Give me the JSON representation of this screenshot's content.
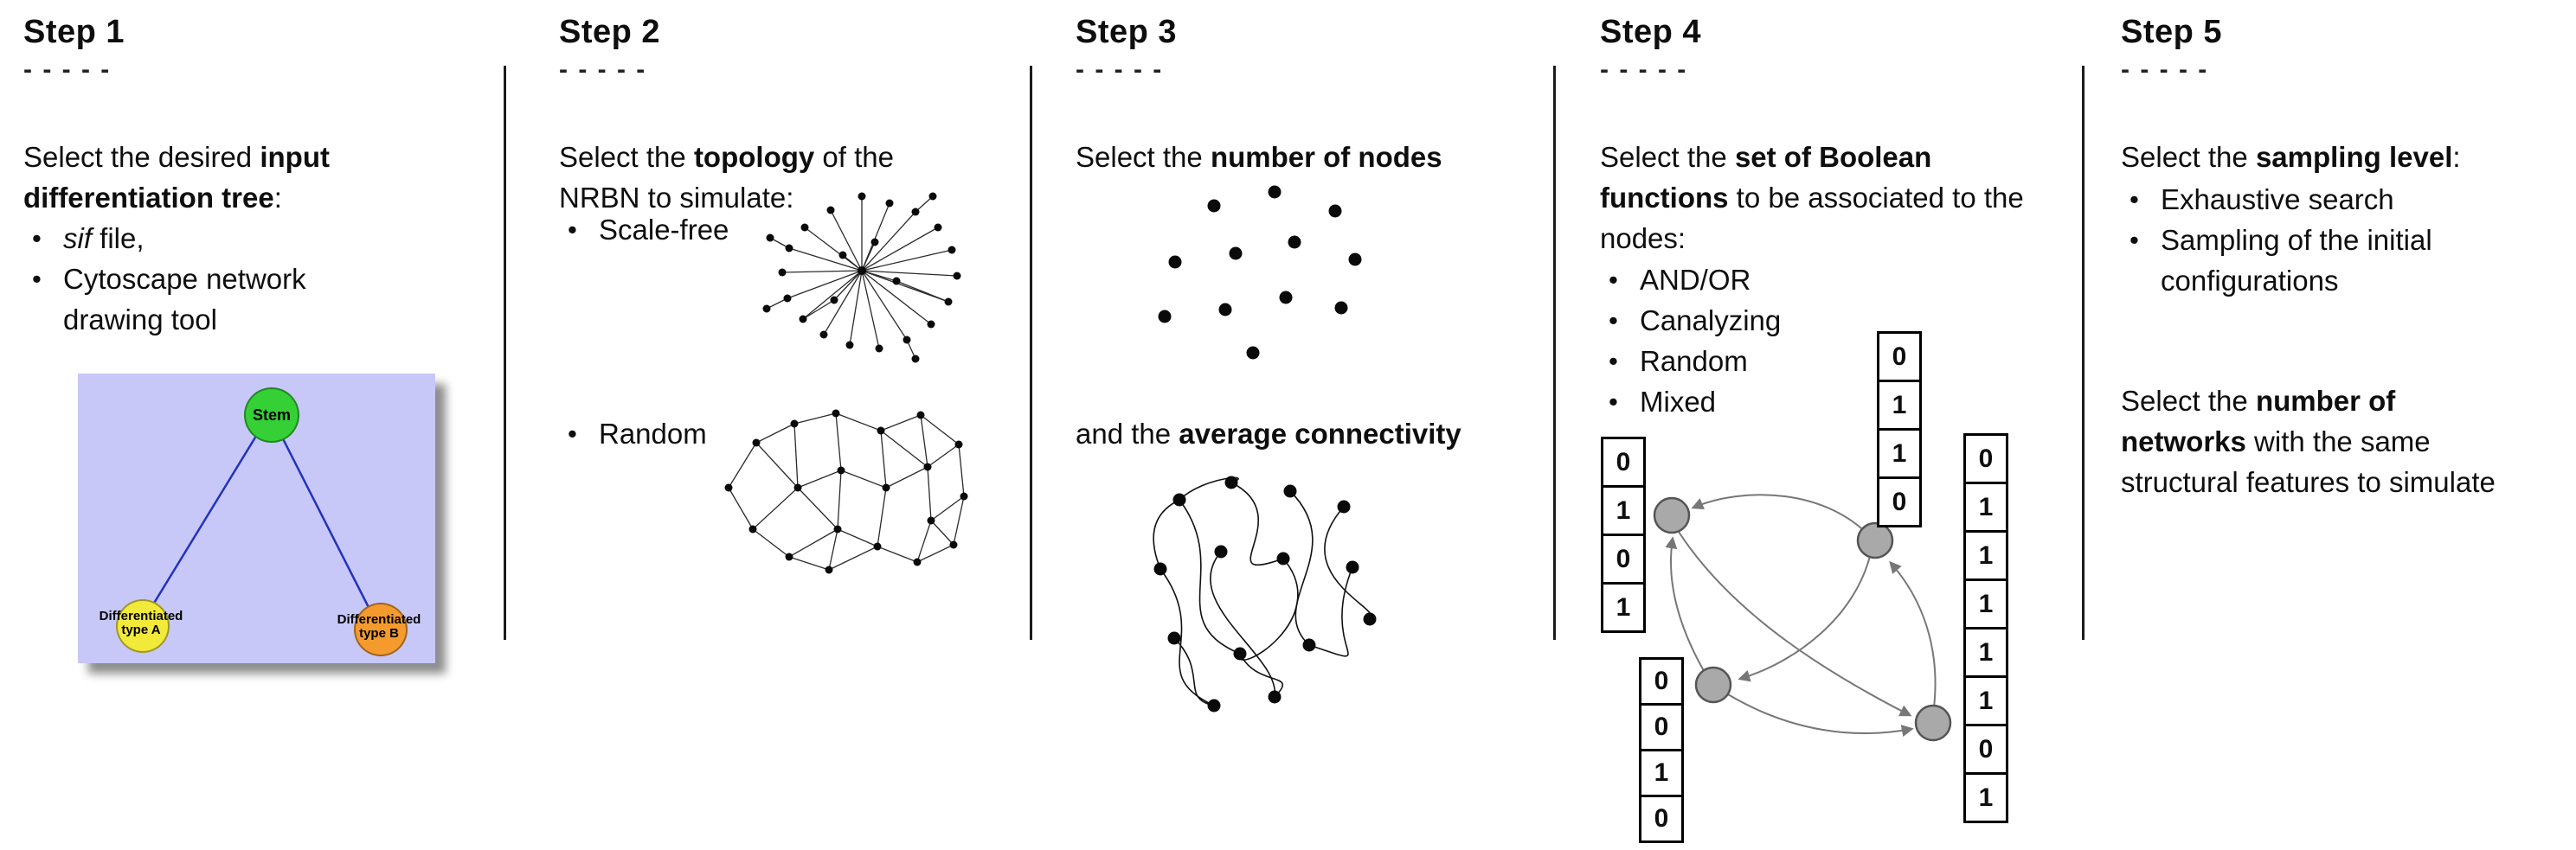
{
  "colors": {
    "tree_background": "#c7c7f8",
    "stem_fill": "#35d035",
    "type_a_fill": "#f2ea3a",
    "type_b_fill": "#f59b2e",
    "tree_edge_blue": "#2233bb",
    "boolean_node_gray": "#a9a9a9",
    "arrow_gray": "#777777"
  },
  "steps": [
    {
      "title": "Step 1",
      "dashes": "- - - - -",
      "intro": {
        "pre": "Select the desired ",
        "bold": "input differentiation tree",
        "post": ":"
      },
      "bullets": [
        {
          "italic": "sif",
          "rest": " file,"
        },
        {
          "text": "Cytoscape network drawing tool"
        }
      ],
      "tree": {
        "stem_label": "Stem",
        "type_a_label": "Differentiated type A",
        "type_b_label": "Differentiated type B"
      }
    },
    {
      "title": "Step 2",
      "dashes": "- - - - -",
      "intro": {
        "pre": "Select the ",
        "bold": "topology",
        "post": " of the NRBN to simulate:"
      },
      "bullets": [
        {
          "text": "Scale-free"
        },
        {
          "text": "Random"
        }
      ]
    },
    {
      "title": "Step 3",
      "dashes": "- - - - -",
      "intro": {
        "pre": "Select the ",
        "bold": "number of nodes",
        "post": ""
      },
      "intro2": {
        "pre": "and the ",
        "bold": "average connectivity",
        "post": ""
      }
    },
    {
      "title": "Step 4",
      "dashes": "- - - - -",
      "intro": {
        "pre": "Select the ",
        "bold": "set of Boolean functions",
        "post": " to be associated to the nodes:"
      },
      "bullets": [
        {
          "text": "AND/OR"
        },
        {
          "text": "Canalyzing"
        },
        {
          "text": "Random"
        },
        {
          "text": "Mixed"
        }
      ],
      "tables": {
        "left": [
          "0",
          "1",
          "0",
          "1"
        ],
        "top": [
          "0",
          "1",
          "1",
          "0"
        ],
        "bottom_left": [
          "0",
          "0",
          "1",
          "0"
        ],
        "right": [
          "0",
          "1",
          "1",
          "1",
          "1",
          "1",
          "0",
          "1"
        ]
      }
    },
    {
      "title": "Step 5",
      "dashes": "- - - - -",
      "intro": {
        "pre": "Select the ",
        "bold": "sampling level",
        "post": ":"
      },
      "bullets": [
        {
          "text": "Exhaustive search"
        },
        {
          "text": "Sampling of the initial configurations"
        }
      ],
      "intro2_lines": [
        {
          "pre": "Select the ",
          "bold": "number of"
        },
        {
          "bold": "networks",
          "rest": " with the same"
        },
        {
          "text": "structural features to simulate"
        }
      ]
    }
  ]
}
